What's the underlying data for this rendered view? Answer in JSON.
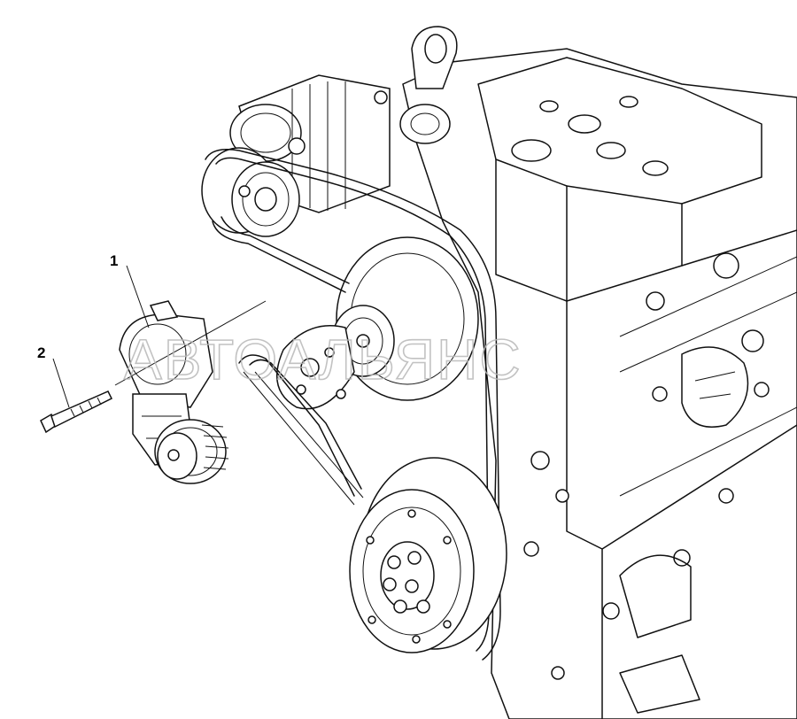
{
  "diagram": {
    "callouts": [
      {
        "id": "1",
        "label": "1"
      },
      {
        "id": "2",
        "label": "2"
      }
    ],
    "watermark": "АВТОАЛЬЯНС"
  }
}
